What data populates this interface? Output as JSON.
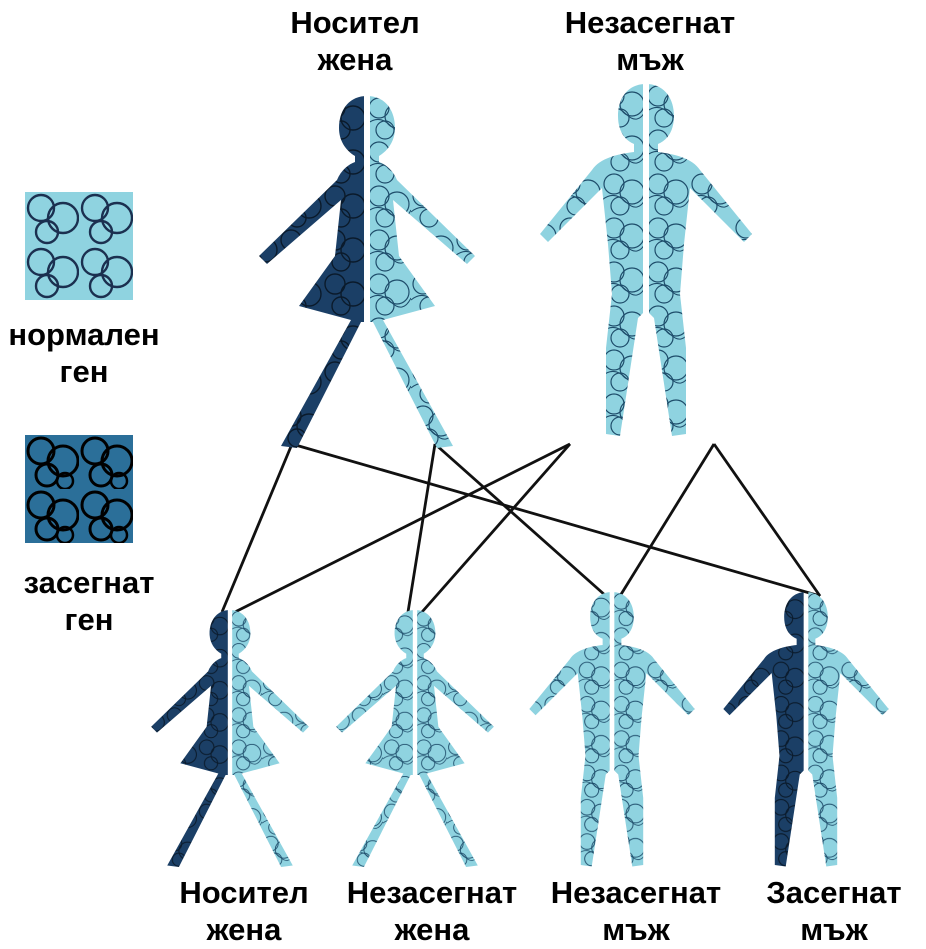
{
  "parents": {
    "mother": {
      "line1": "Носител",
      "line2": "жена",
      "pattern_left": "affected",
      "pattern_right": "normal"
    },
    "father": {
      "line1": "Незасегнат",
      "line2": "мъж",
      "pattern_left": "normal",
      "pattern_right": "normal"
    }
  },
  "legend": {
    "normal": {
      "line1": "нормален",
      "line2": "ген"
    },
    "affected": {
      "line1": "засегнат",
      "line2": "ген"
    }
  },
  "children": [
    {
      "line1": "Носител",
      "line2": "жена",
      "pattern_left": "affected",
      "pattern_right": "normal"
    },
    {
      "line1": "Незасегнат",
      "line2": "жена",
      "pattern_left": "normal",
      "pattern_right": "normal"
    },
    {
      "line1": "Незасегнат",
      "line2": "мъж",
      "pattern_left": "normal",
      "pattern_right": "normal"
    },
    {
      "line1": "Засегнат",
      "line2": "мъж",
      "pattern_left": "affected",
      "pattern_right": "normal"
    }
  ],
  "colors": {
    "normal_fill": "#8fd3e0",
    "affected_fill": "#1b3f66",
    "line": "#111111"
  }
}
